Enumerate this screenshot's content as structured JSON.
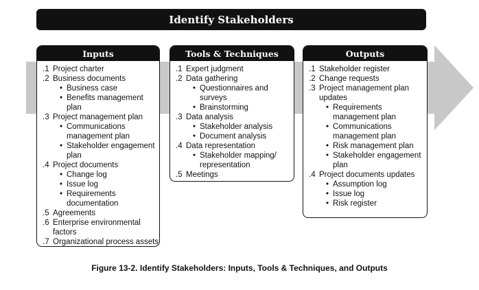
{
  "title": "Identify Stakeholders",
  "columns": [
    {
      "heading": "Inputs",
      "items": [
        {
          "num": ".1",
          "text": "Project charter",
          "subs": []
        },
        {
          "num": ".2",
          "text": "Business documents",
          "subs": [
            "Business case",
            "Benefits management plan"
          ]
        },
        {
          "num": ".3",
          "text": "Project management plan",
          "subs": [
            "Communications management plan",
            "Stakeholder engagement plan"
          ]
        },
        {
          "num": ".4",
          "text": "Project documents",
          "subs": [
            "Change log",
            "Issue log",
            "Requirements documentation"
          ]
        },
        {
          "num": ".5",
          "text": "Agreements",
          "subs": []
        },
        {
          "num": ".6",
          "text": "Enterprise environmental factors",
          "subs": []
        },
        {
          "num": ".7",
          "text": "Organizational process assets",
          "subs": []
        }
      ]
    },
    {
      "heading": "Tools & Techniques",
      "items": [
        {
          "num": ".1",
          "text": "Expert judgment",
          "subs": []
        },
        {
          "num": ".2",
          "text": "Data gathering",
          "subs": [
            "Questionnaires and surveys",
            "Brainstorming"
          ]
        },
        {
          "num": ".3",
          "text": "Data analysis",
          "subs": [
            "Stakeholder analysis",
            "Document analysis"
          ]
        },
        {
          "num": ".4",
          "text": "Data representation",
          "subs": [
            "Stakeholder mapping/ representation"
          ]
        },
        {
          "num": ".5",
          "text": "Meetings",
          "subs": []
        }
      ]
    },
    {
      "heading": "Outputs",
      "items": [
        {
          "num": ".1",
          "text": "Stakeholder register",
          "subs": []
        },
        {
          "num": ".2",
          "text": "Change requests",
          "subs": []
        },
        {
          "num": ".3",
          "text": "Project management plan updates",
          "subs": [
            "Requirements management plan",
            "Communications management plan",
            "Risk management plan",
            "Stakeholder engagement plan"
          ]
        },
        {
          "num": ".4",
          "text": "Project documents updates",
          "subs": [
            "Assumption log",
            "Issue log",
            "Risk register"
          ]
        }
      ]
    }
  ],
  "caption": "Figure 13-2. Identify Stakeholders: Inputs, Tools & Techniques, and Outputs",
  "colors": {
    "header": "#111111",
    "arrow": "#c8c8c8"
  }
}
